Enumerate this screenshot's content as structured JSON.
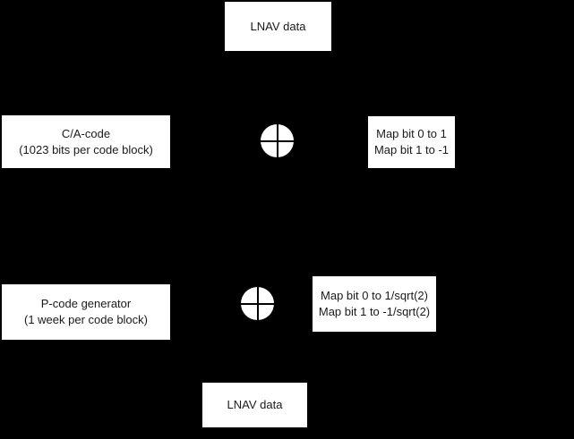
{
  "colors": {
    "background": "#000000",
    "box_fill": "#ffffff",
    "text": "#1a1a1a"
  },
  "nodes": {
    "lnav_top": {
      "lines": [
        "LNAV data"
      ]
    },
    "ca_code": {
      "lines": [
        "C/A-code",
        "(1023 bits per code block)"
      ]
    },
    "map_bpsk": {
      "lines": [
        "Map bit 0 to 1",
        "Map bit 1 to -1"
      ]
    },
    "p_code": {
      "lines": [
        "P-code generator",
        "(1 week per code block)"
      ]
    },
    "map_sqrt": {
      "lines": [
        "Map bit 0 to 1/sqrt(2)",
        "Map bit 1 to -1/sqrt(2)"
      ]
    },
    "lnav_bottom": {
      "lines": [
        "LNAV data"
      ]
    }
  },
  "operators": [
    {
      "name": "xor-adder-upper",
      "symbol": "circle-plus"
    },
    {
      "name": "xor-adder-lower",
      "symbol": "circle-plus"
    }
  ]
}
